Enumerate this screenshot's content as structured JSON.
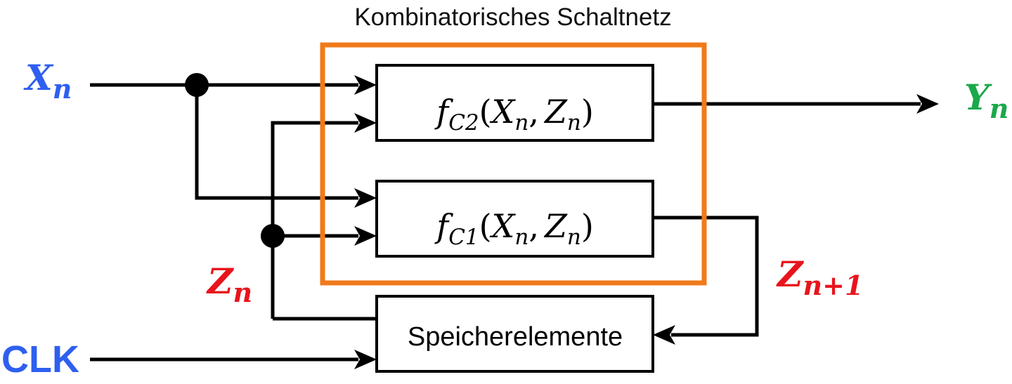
{
  "colors": {
    "line": "#000000",
    "frame": "#f07a1a",
    "blue": "#2e5ff0",
    "green": "#1aa84a",
    "red": "#e8141c"
  },
  "title": "Kombinatorisches Schaltnetz",
  "signals": {
    "xn": {
      "base": "X",
      "sub": "n"
    },
    "yn": {
      "base": "Y",
      "sub": "n"
    },
    "zn": {
      "base": "Z",
      "sub": "n"
    },
    "zn1": {
      "base": "Z",
      "sub": "n+1"
    },
    "clk": "CLK"
  },
  "blocks": {
    "fc2": {
      "f": "f",
      "sub": "C2",
      "open": "(",
      "x": "X",
      "xs": "n",
      "comma": ",",
      "z": "Z",
      "zs": "n",
      "close": ")"
    },
    "fc1": {
      "f": "f",
      "sub": "C1",
      "open": "(",
      "x": "X",
      "xs": "n",
      "comma": ",",
      "z": "Z",
      "zs": "n",
      "close": ")"
    },
    "memory": "Speicherelemente"
  }
}
